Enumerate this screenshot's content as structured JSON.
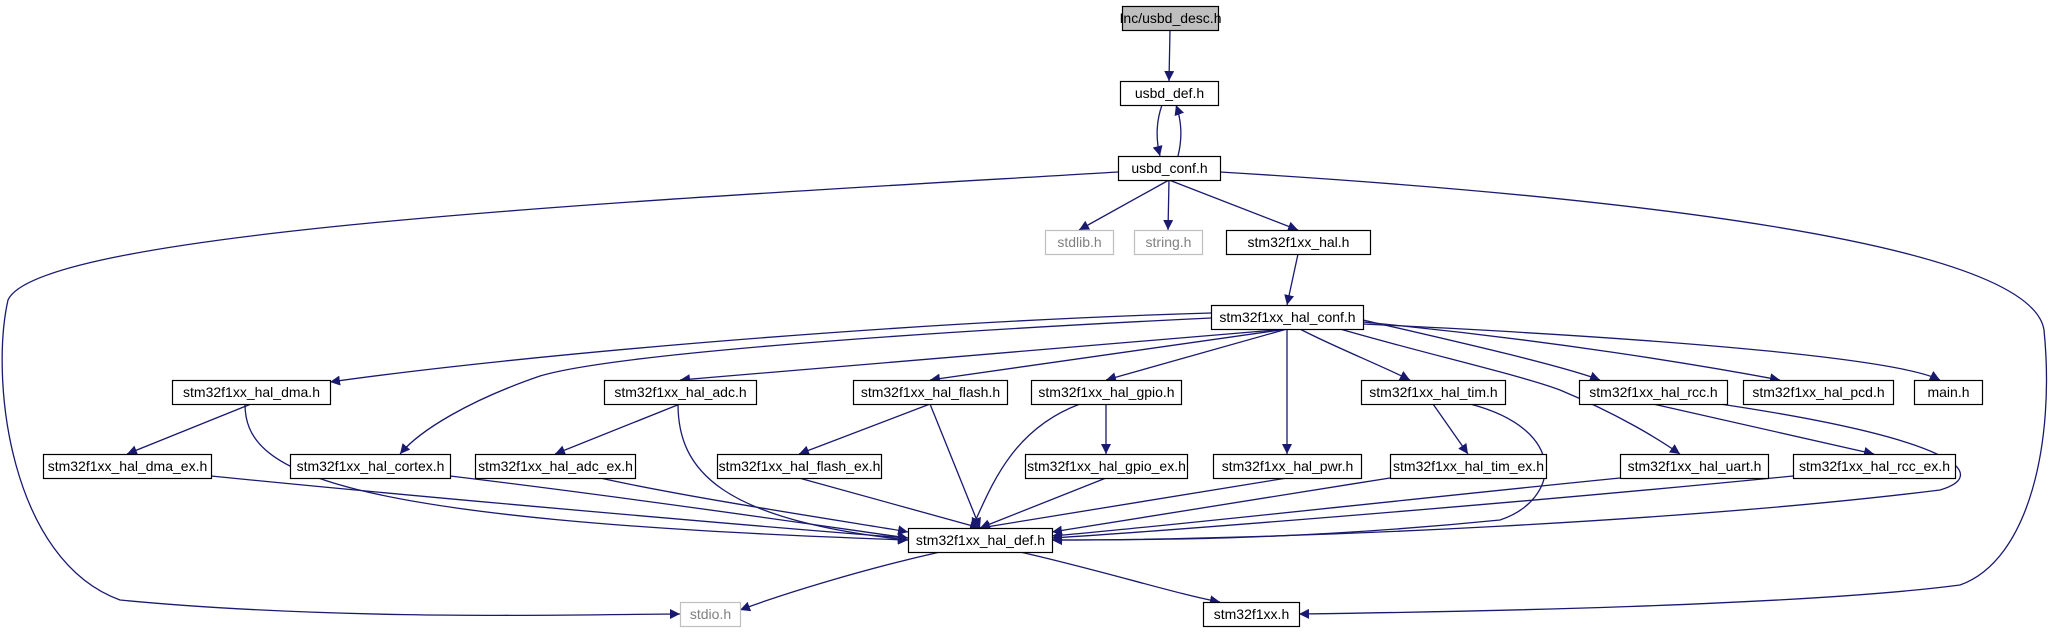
{
  "diagram": {
    "colors": {
      "edge": "#191970",
      "node_border": "#000000",
      "node_border_external": "#bfbfbf",
      "root_fill": "#bfbfbf",
      "node_fill": "#ffffff",
      "text": "#000000"
    },
    "nodes": [
      {
        "id": "usbd_desc_h",
        "label": "Inc/usbd_desc.h",
        "kind": "root"
      },
      {
        "id": "usbd_def_h",
        "label": "usbd_def.h",
        "kind": "normal"
      },
      {
        "id": "usbd_conf_h",
        "label": "usbd_conf.h",
        "kind": "normal"
      },
      {
        "id": "stdlib_h",
        "label": "stdlib.h",
        "kind": "external"
      },
      {
        "id": "string_h",
        "label": "string.h",
        "kind": "external"
      },
      {
        "id": "hal_h",
        "label": "stm32f1xx_hal.h",
        "kind": "normal"
      },
      {
        "id": "hal_conf_h",
        "label": "stm32f1xx_hal_conf.h",
        "kind": "normal"
      },
      {
        "id": "hal_dma_h",
        "label": "stm32f1xx_hal_dma.h",
        "kind": "normal"
      },
      {
        "id": "hal_adc_h",
        "label": "stm32f1xx_hal_adc.h",
        "kind": "normal"
      },
      {
        "id": "hal_flash_h",
        "label": "stm32f1xx_hal_flash.h",
        "kind": "normal"
      },
      {
        "id": "hal_gpio_h",
        "label": "stm32f1xx_hal_gpio.h",
        "kind": "normal"
      },
      {
        "id": "hal_tim_h",
        "label": "stm32f1xx_hal_tim.h",
        "kind": "normal"
      },
      {
        "id": "hal_rcc_h",
        "label": "stm32f1xx_hal_rcc.h",
        "kind": "normal"
      },
      {
        "id": "hal_pcd_h",
        "label": "stm32f1xx_hal_pcd.h",
        "kind": "normal"
      },
      {
        "id": "main_h",
        "label": "main.h",
        "kind": "normal"
      },
      {
        "id": "hal_dma_ex_h",
        "label": "stm32f1xx_hal_dma_ex.h",
        "kind": "normal"
      },
      {
        "id": "hal_cortex_h",
        "label": "stm32f1xx_hal_cortex.h",
        "kind": "normal"
      },
      {
        "id": "hal_adc_ex_h",
        "label": "stm32f1xx_hal_adc_ex.h",
        "kind": "normal"
      },
      {
        "id": "hal_flash_ex_h",
        "label": "stm32f1xx_hal_flash_ex.h",
        "kind": "normal"
      },
      {
        "id": "hal_gpio_ex_h",
        "label": "stm32f1xx_hal_gpio_ex.h",
        "kind": "normal"
      },
      {
        "id": "hal_pwr_h",
        "label": "stm32f1xx_hal_pwr.h",
        "kind": "normal"
      },
      {
        "id": "hal_tim_ex_h",
        "label": "stm32f1xx_hal_tim_ex.h",
        "kind": "normal"
      },
      {
        "id": "hal_uart_h",
        "label": "stm32f1xx_hal_uart.h",
        "kind": "normal"
      },
      {
        "id": "hal_rcc_ex_h",
        "label": "stm32f1xx_hal_rcc_ex.h",
        "kind": "normal"
      },
      {
        "id": "hal_def_h",
        "label": "stm32f1xx_hal_def.h",
        "kind": "normal"
      },
      {
        "id": "stdio_h",
        "label": "stdio.h",
        "kind": "external"
      },
      {
        "id": "stm32f1xx_h",
        "label": "stm32f1xx.h",
        "kind": "normal"
      }
    ],
    "edges": [
      {
        "from": "usbd_desc_h",
        "to": "usbd_def_h"
      },
      {
        "from": "usbd_def_h",
        "to": "usbd_conf_h"
      },
      {
        "from": "usbd_conf_h",
        "to": "usbd_def_h"
      },
      {
        "from": "usbd_conf_h",
        "to": "stdlib_h"
      },
      {
        "from": "usbd_conf_h",
        "to": "string_h"
      },
      {
        "from": "usbd_conf_h",
        "to": "hal_h"
      },
      {
        "from": "usbd_conf_h",
        "to": "stdio_h"
      },
      {
        "from": "usbd_conf_h",
        "to": "stm32f1xx_h"
      },
      {
        "from": "hal_h",
        "to": "hal_conf_h"
      },
      {
        "from": "hal_conf_h",
        "to": "hal_dma_h"
      },
      {
        "from": "hal_conf_h",
        "to": "hal_cortex_h"
      },
      {
        "from": "hal_conf_h",
        "to": "hal_adc_h"
      },
      {
        "from": "hal_conf_h",
        "to": "hal_flash_h"
      },
      {
        "from": "hal_conf_h",
        "to": "hal_gpio_h"
      },
      {
        "from": "hal_conf_h",
        "to": "hal_pwr_h"
      },
      {
        "from": "hal_conf_h",
        "to": "hal_tim_h"
      },
      {
        "from": "hal_conf_h",
        "to": "hal_uart_h"
      },
      {
        "from": "hal_conf_h",
        "to": "hal_rcc_h"
      },
      {
        "from": "hal_conf_h",
        "to": "hal_pcd_h"
      },
      {
        "from": "hal_conf_h",
        "to": "main_h"
      },
      {
        "from": "hal_dma_h",
        "to": "hal_dma_ex_h"
      },
      {
        "from": "hal_dma_h",
        "to": "hal_def_h"
      },
      {
        "from": "hal_adc_h",
        "to": "hal_adc_ex_h"
      },
      {
        "from": "hal_adc_h",
        "to": "hal_def_h"
      },
      {
        "from": "hal_flash_h",
        "to": "hal_flash_ex_h"
      },
      {
        "from": "hal_flash_h",
        "to": "hal_def_h"
      },
      {
        "from": "hal_gpio_h",
        "to": "hal_gpio_ex_h"
      },
      {
        "from": "hal_gpio_h",
        "to": "hal_def_h"
      },
      {
        "from": "hal_tim_h",
        "to": "hal_tim_ex_h"
      },
      {
        "from": "hal_tim_h",
        "to": "hal_def_h"
      },
      {
        "from": "hal_rcc_h",
        "to": "hal_rcc_ex_h"
      },
      {
        "from": "hal_rcc_h",
        "to": "hal_def_h"
      },
      {
        "from": "hal_dma_ex_h",
        "to": "hal_def_h"
      },
      {
        "from": "hal_cortex_h",
        "to": "hal_def_h"
      },
      {
        "from": "hal_adc_ex_h",
        "to": "hal_def_h"
      },
      {
        "from": "hal_flash_ex_h",
        "to": "hal_def_h"
      },
      {
        "from": "hal_gpio_ex_h",
        "to": "hal_def_h"
      },
      {
        "from": "hal_pwr_h",
        "to": "hal_def_h"
      },
      {
        "from": "hal_tim_ex_h",
        "to": "hal_def_h"
      },
      {
        "from": "hal_uart_h",
        "to": "hal_def_h"
      },
      {
        "from": "hal_rcc_ex_h",
        "to": "hal_def_h"
      },
      {
        "from": "hal_def_h",
        "to": "stdio_h"
      },
      {
        "from": "hal_def_h",
        "to": "stm32f1xx_h"
      }
    ]
  }
}
